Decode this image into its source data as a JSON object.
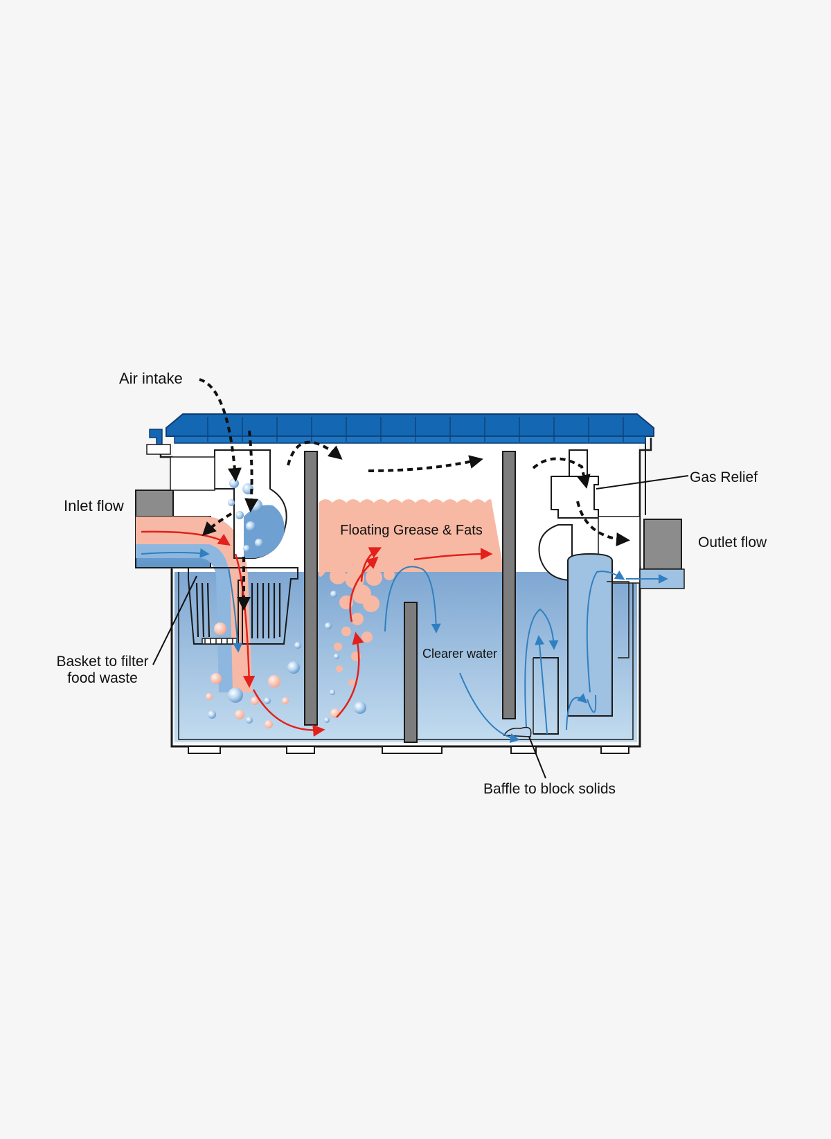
{
  "labels": {
    "air_intake": "Air intake",
    "inlet_flow": "Inlet flow",
    "basket": [
      "Basket to filter",
      "food waste"
    ],
    "floating_grease": "Floating Grease & Fats",
    "clearer_water": "Clearer water",
    "gas_relief": "Gas Relief",
    "outlet_flow": "Outlet flow",
    "baffle": "Baffle to block solids"
  },
  "colors": {
    "background": "#f6f6f6",
    "lid_blue": "#1467b3",
    "water_top": "#7fa7d2",
    "water_bottom": "#bfd9ee",
    "grease": "#f8b9a4",
    "grease_flow": "#f7b9a6",
    "baffle_grey": "#7d7d7d",
    "red_arrow": "#e3201b",
    "blue_arrow": "#2f7fc1",
    "air_arrow": "#111111",
    "outline": "#1a1a1a"
  },
  "icons": [
    "air-intake-arrow-icon",
    "grease-flow-arrow-icon",
    "water-flow-arrow-icon",
    "gas-relief-arrow-icon",
    "bubble-icon"
  ]
}
